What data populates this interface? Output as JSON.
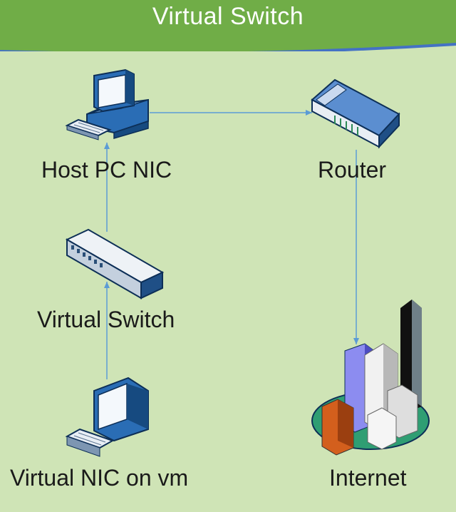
{
  "title": "Virtual Switch",
  "nodes": {
    "host_pc": {
      "label": "Host PC NIC",
      "icon": "desktop-computer-icon"
    },
    "router": {
      "label": "Router",
      "icon": "router-icon"
    },
    "virtual_switch": {
      "label": "Virtual Switch",
      "icon": "network-switch-icon"
    },
    "virtual_nic": {
      "label": "Virtual NIC on vm",
      "icon": "computer-monitor-icon"
    },
    "internet": {
      "label": "Internet",
      "icon": "city-buildings-icon"
    }
  },
  "colors": {
    "background": "#cfe4b6",
    "header": "#70ad47",
    "header_line": "#4472c4",
    "connector": "#5b9bd5",
    "device_blue": "#1f5f99"
  }
}
